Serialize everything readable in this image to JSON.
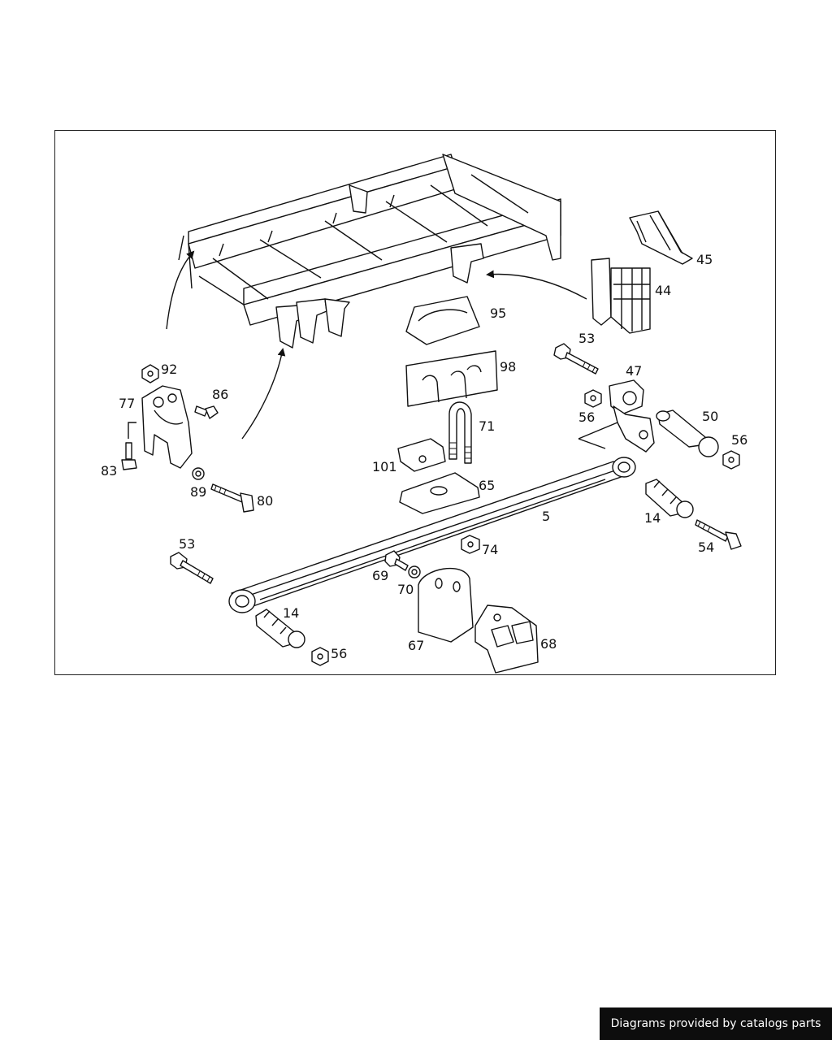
{
  "callouts": {
    "c45": "45",
    "c44": "44",
    "c95": "95",
    "c98": "98",
    "c53a": "53",
    "c47": "47",
    "c92": "92",
    "c86": "86",
    "c77": "77",
    "c56a": "56",
    "c50": "50",
    "c71": "71",
    "c56b": "56",
    "c83": "83",
    "c101": "101",
    "c65": "65",
    "c89": "89",
    "c80": "80",
    "c5": "5",
    "c14a": "14",
    "c74": "74",
    "c54": "54",
    "c53b": "53",
    "c69": "69",
    "c70": "70",
    "c14b": "14",
    "c56c": "56",
    "c67": "67",
    "c68": "68"
  },
  "footer": {
    "credit": "Diagrams provided by catalogs parts"
  }
}
